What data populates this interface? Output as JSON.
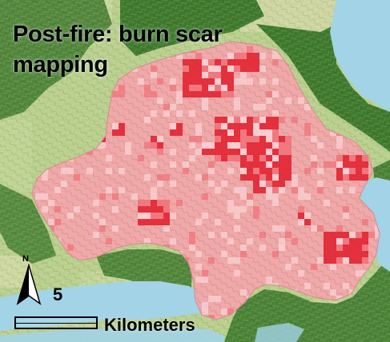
{
  "map": {
    "title": "Post-fire: burn scar\nmapping",
    "north_label": "N",
    "scale": {
      "value": "5",
      "unit": "Kilometers"
    }
  },
  "colors": {
    "water": "#a3d3e6",
    "forest": "#3e7a2c",
    "farmland": "#c6d699",
    "burn_scar": "#f0a3a6",
    "high_severity": "#e01c2a",
    "moderate_severity": "#f07078",
    "low_severity": "#fbd4d7"
  }
}
